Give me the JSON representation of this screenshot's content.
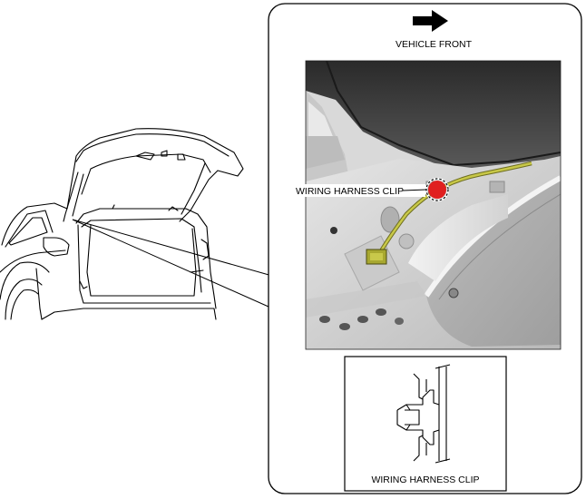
{
  "labels": {
    "direction": "VEHICLE FRONT",
    "callout": "WIRING HARNESS CLIP",
    "detail_caption": "WIRING HARNESS CLIP"
  },
  "icons": {
    "direction_arrow": "arrow-right-icon",
    "clip_marker": "clip-highlight-icon"
  },
  "colors": {
    "line": "#000000",
    "photo_dark": "#3a3a3a",
    "photo_light": "#d8d8d8",
    "harness": "#b8b840",
    "clip_highlight": "#e02020",
    "connector": "#9a9a30"
  }
}
